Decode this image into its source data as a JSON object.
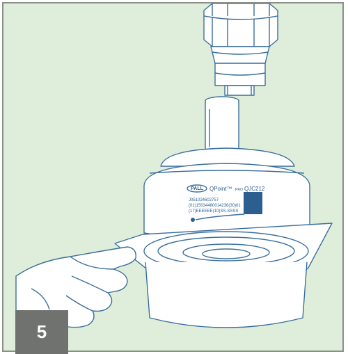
{
  "step": {
    "number": "5"
  },
  "label": {
    "brand": "PALL",
    "product": "QPoint™",
    "product_tag": "PRO",
    "model": "QJC212",
    "line1": "J051024602757",
    "line2": "(01)15034480014236(30)01",
    "line3": "(17)EEEEEE(10)SS-SSSS"
  },
  "colors": {
    "background": "#dfeeda",
    "stroke": "#3a6f9e",
    "fill": "#ffffff",
    "badge": "#6f726f"
  }
}
